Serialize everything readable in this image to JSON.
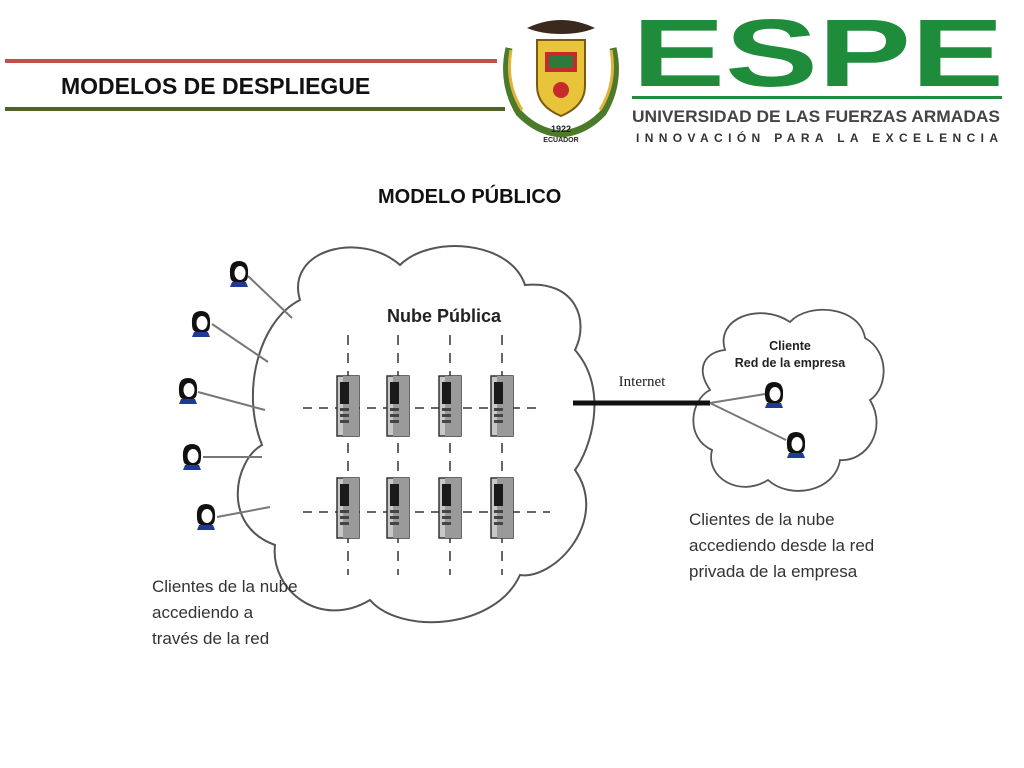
{
  "header": {
    "title": "MODELOS DE DESPLIEGUE",
    "accent_top": "#c0504d",
    "accent_bottom": "#4f6228"
  },
  "logo": {
    "crest_text": "1922\nECUADOR",
    "brand": "ESPE",
    "university": "UNIVERSIDAD DE LAS FUERZAS ARMADAS",
    "motto": "INNOVACIÓN PARA LA EXCELENCIA",
    "brand_color": "#1e8c3a"
  },
  "subtitle": "MODELO PÚBLICO",
  "diagram": {
    "public_cloud_label": "Nube Pública",
    "link_label": "Internet",
    "private_cloud_label": "Cliente\nRed de la empresa",
    "left_caption": "Clientes de la nube\naccediendo a\ntravés de la red",
    "right_caption": "Clientes de la nube\naccediendo desde la red\nprivada de la empresa",
    "icons": [
      "user-icon",
      "server-icon",
      "cloud-icon"
    ]
  }
}
